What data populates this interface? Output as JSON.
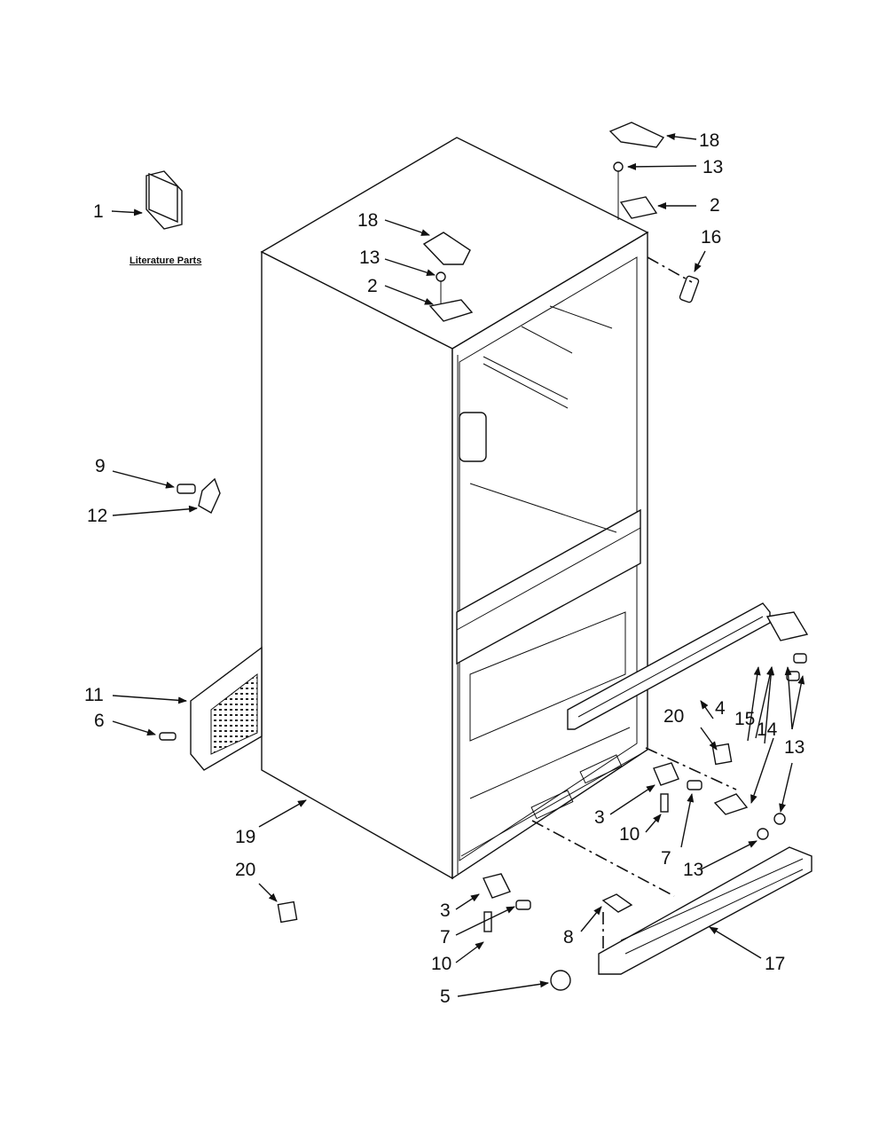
{
  "literature": {
    "label": "Literature Parts"
  },
  "callouts": {
    "c1": "1",
    "c2a": "2",
    "c2b": "2",
    "c3a": "3",
    "c3b": "3",
    "c4": "4",
    "c5": "5",
    "c6": "6",
    "c7a": "7",
    "c7b": "7",
    "c8": "8",
    "c9": "9",
    "c10a": "10",
    "c10b": "10",
    "c11": "11",
    "c12": "12",
    "c13a": "13",
    "c13b": "13",
    "c13c": "13",
    "c13d": "13",
    "c14": "14",
    "c15": "15",
    "c16": "16",
    "c17": "17",
    "c18a": "18",
    "c18b": "18",
    "c19": "19",
    "c20a": "20",
    "c20b": "20"
  }
}
